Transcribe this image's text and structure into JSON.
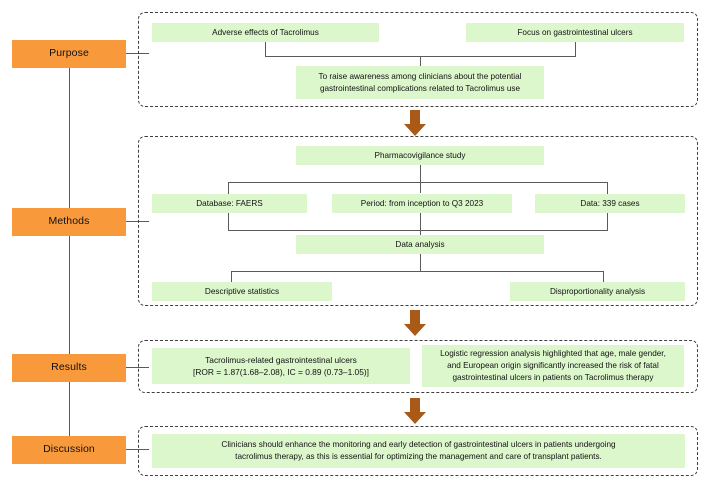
{
  "diagram": {
    "title": "Tacrolimus gastrointestinal ulcers pharmacovigilance study graphical abstract",
    "colors": {
      "stage": "#F89A3C",
      "content_box": "#DDF7CC",
      "connector": "#5a5a5a",
      "arrow": "#A85A16",
      "panel_border": "#3f3f3f",
      "text": "#111111"
    }
  },
  "stages": [
    {
      "id": "purpose",
      "label": "Purpose"
    },
    {
      "id": "methods",
      "label": "Methods"
    },
    {
      "id": "results",
      "label": "Results"
    },
    {
      "id": "discussion",
      "label": "Discussion"
    }
  ],
  "sections": {
    "purpose": {
      "boxes": {
        "adverse_effects": "Adverse effects of Tacrolimus",
        "focus": "Focus on gastrointestinal ulcers",
        "aim": "To raise awareness among clinicians about the potential\ngastrointestinal complications related to Tacrolimus use"
      }
    },
    "methods": {
      "boxes": {
        "study_type": "Pharmacovigilance study",
        "database": "Database: FAERS",
        "period": "Period: from inception to Q3 2023",
        "data": "Data: 339 cases",
        "data_analysis": "Data analysis",
        "descriptive": "Descriptive statistics",
        "disproportionality": "Disproportionality analysis"
      }
    },
    "results": {
      "boxes": {
        "signal": "Tacrolimus-related gastrointestinal ulcers\n[ROR = 1.87(1.68–2.08), IC = 0.89 (0.73–1.05)]",
        "regression": "Logistic regression analysis highlighted that age, male gender,\nand European origin significantly increased the risk of fatal\ngastrointestinal ulcers in patients on Tacrolimus therapy"
      }
    },
    "discussion": {
      "boxes": {
        "recommendation": "Clinicians should enhance the monitoring and early detection of gastrointestinal ulcers in patients undergoing\ntacrolimus therapy, as this is essential for optimizing the management and care of transplant patients."
      }
    }
  },
  "arrows": [
    {
      "id": "purpose-to-methods",
      "direction": "down"
    },
    {
      "id": "methods-to-results",
      "direction": "down"
    },
    {
      "id": "results-to-discussion",
      "direction": "down"
    }
  ]
}
